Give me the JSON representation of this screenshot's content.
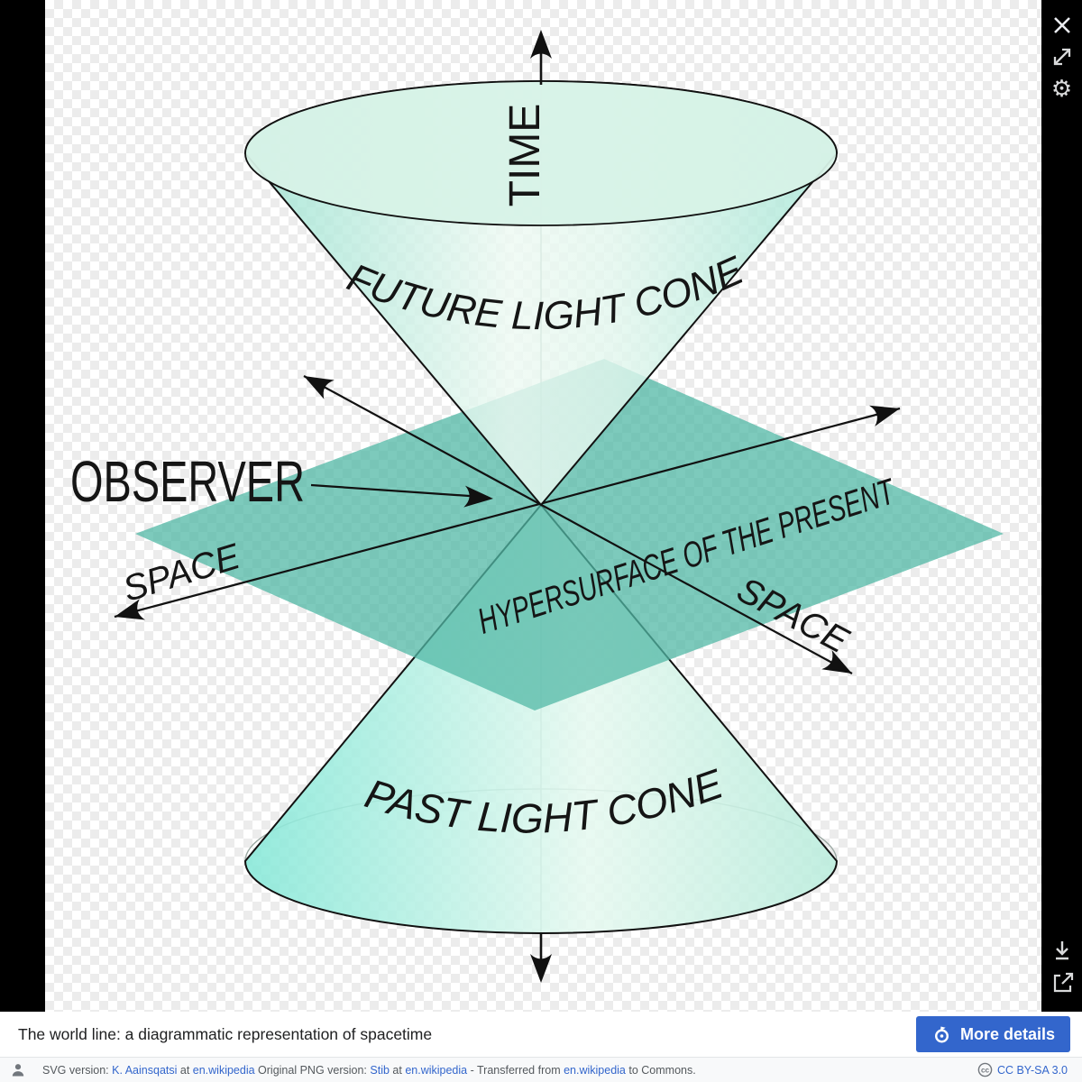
{
  "viewer": {
    "caption": "The world line: a diagrammatic representation of spacetime",
    "more_details_label": "More details",
    "license_label": "CC BY-SA 3.0",
    "cc_glyph": "cc",
    "attribution": {
      "p1": "SVG version: ",
      "author1": "K. Aainsqatsi",
      "p2": " at ",
      "wiki1": "en.wikipedia",
      "p3": " Original PNG version: ",
      "author2": "Stib",
      "p4": " at ",
      "wiki2": "en.wikipedia",
      "p5": " - Transferred from ",
      "wiki3": "en.wikipedia",
      "p6": " to Commons."
    },
    "icons": {
      "settings_glyph": "⚙"
    }
  },
  "diagram": {
    "labels": {
      "time": "TIME",
      "future_cone": "FUTURE LIGHT CONE",
      "observer": "OBSERVER",
      "space_left": "SPACE",
      "space_right": "SPACE",
      "hypersurface": "HYPERSURFACE OF THE PRESENT",
      "past_cone": "PAST LIGHT CONE"
    },
    "colors": {
      "plane_teal": "#52b8a5",
      "cone_mint": "#d7f2e7",
      "cone_cyan": "#8ce9da",
      "outline": "#111111",
      "accent_blue": "#3366cc"
    }
  }
}
